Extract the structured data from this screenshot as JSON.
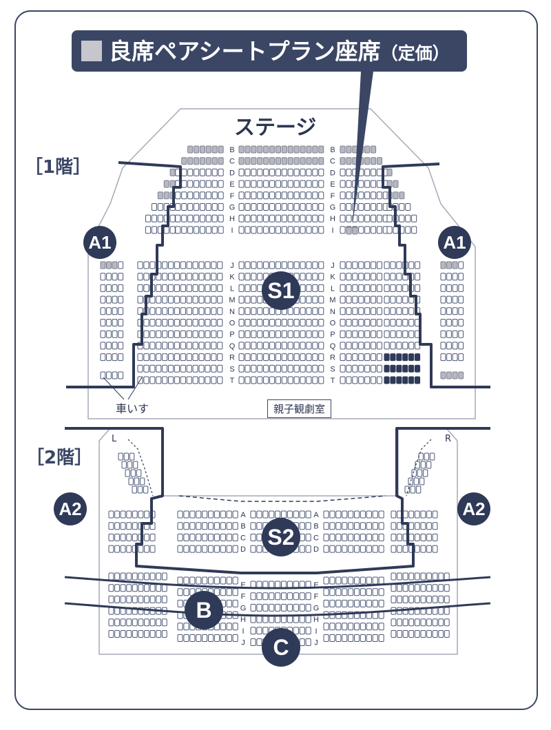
{
  "legend": {
    "main": "良席ペアシートプラン座席",
    "sub": "（定価）",
    "swatch_color": "#c6c6cc"
  },
  "stage_label": "ステージ",
  "floor1_label": "［1階］",
  "floor2_label": "［2階］",
  "wheelchair_label": "車いす",
  "family_room_label": "親子観劇室",
  "zones": {
    "a1": "A1",
    "s1": "S1",
    "a2": "A2",
    "s2": "S2",
    "b": "B",
    "c": "C"
  },
  "floor1_rows": [
    "B",
    "C",
    "D",
    "E",
    "F",
    "G",
    "H",
    "I",
    "J",
    "K",
    "L",
    "M",
    "N",
    "O",
    "P",
    "Q",
    "R",
    "S",
    "T"
  ],
  "floor2_rows": [
    "A",
    "B",
    "C",
    "D",
    "E",
    "F",
    "G",
    "H",
    "I",
    "J"
  ],
  "balcony_labels": {
    "left": "L",
    "right": "R"
  },
  "colors": {
    "navy": "#2f3a58",
    "seat_outline": "#4a5675",
    "pair_seat": "#b8b8c0",
    "filled_seat": "#2f3a58"
  }
}
